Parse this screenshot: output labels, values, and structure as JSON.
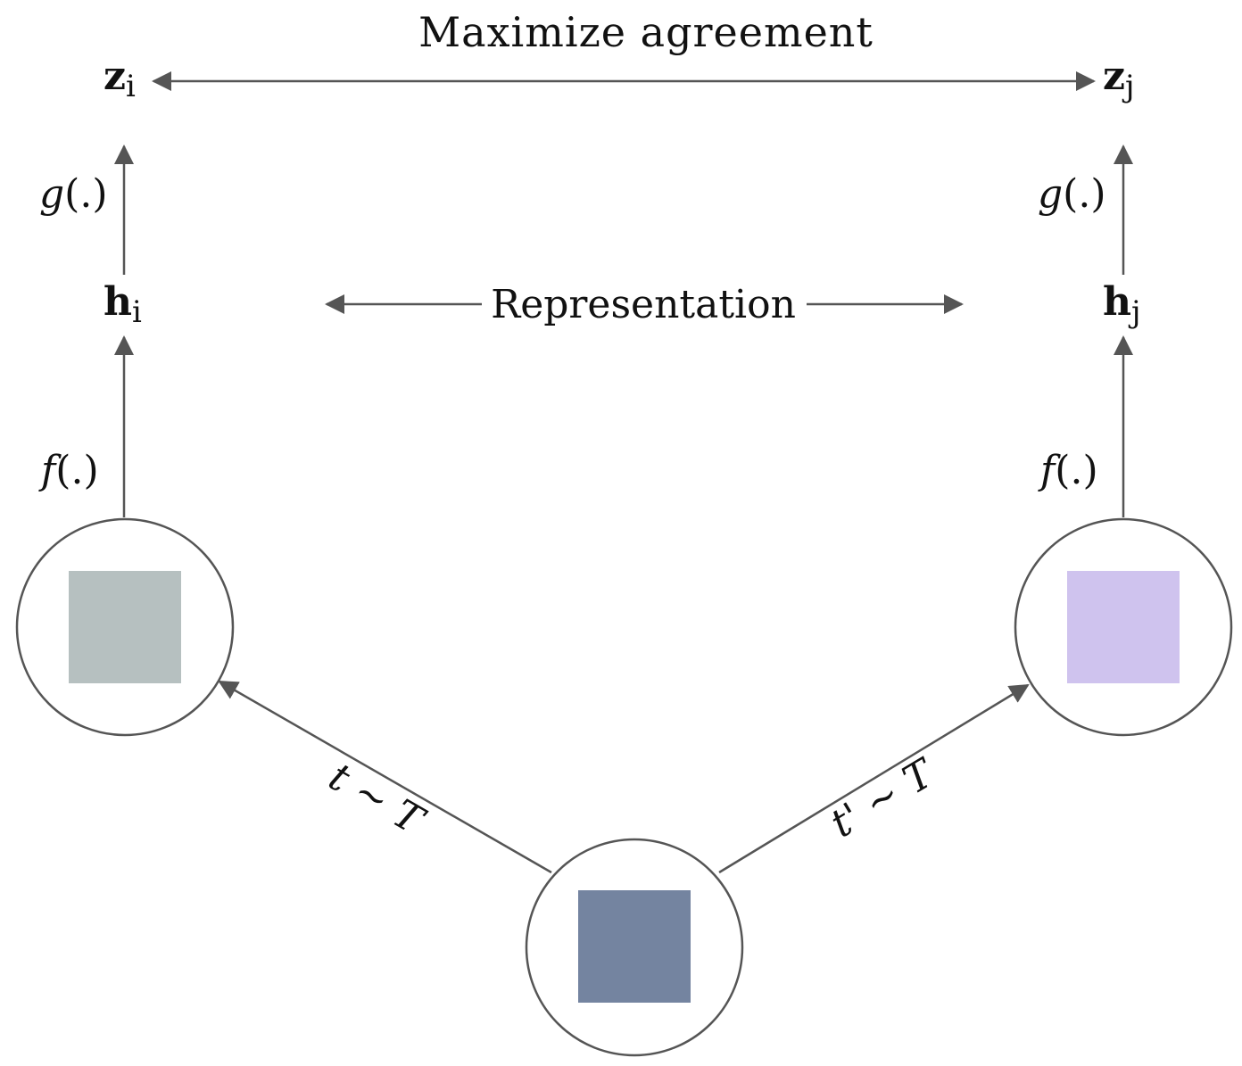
{
  "title": "Maximize  agreement",
  "representation_label": "Representation",
  "left": {
    "z_main": "z",
    "z_sub": "i",
    "h_main": "h",
    "h_sub": "i",
    "g_label": "g",
    "g_args": "(.)",
    "f_label": "f",
    "f_args": "(.)"
  },
  "right": {
    "z_main": "z",
    "z_sub": "j",
    "h_main": "h",
    "h_sub": "j",
    "g_label": "g",
    "g_args": "(.)",
    "f_label": "f",
    "f_args": "(.)"
  },
  "augment_left": "t  ~  T",
  "augment_right": "t'  ~  T",
  "images": {
    "original": {
      "sky": "#7484a0",
      "plane": "#8a6a55"
    },
    "left_view": {
      "sky": "#b6c0c0",
      "plane": "#7e7478"
    },
    "right_view": {
      "sky": "#cfc3ee",
      "plane": "#a8a818"
    }
  },
  "colors": {
    "line": "#555555",
    "text": "#111111"
  }
}
